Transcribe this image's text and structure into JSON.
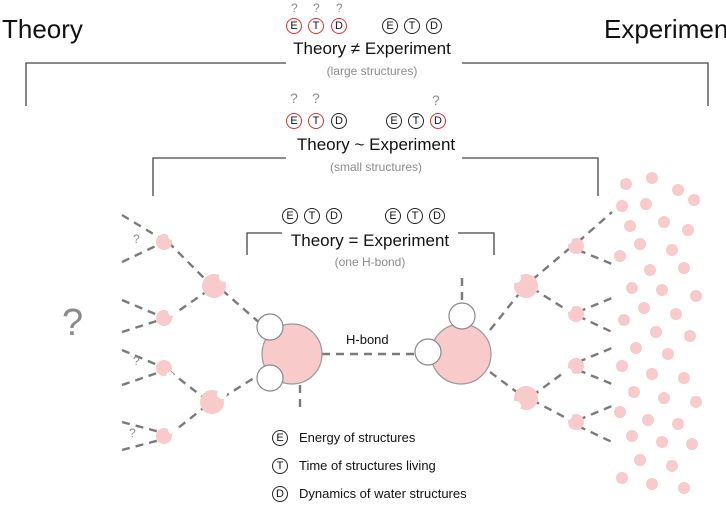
{
  "corner_labels": {
    "left": "Theory",
    "right": "Experiment"
  },
  "levels": [
    {
      "title": "Theory ≠ Experiment",
      "subtitle": "(large structures)"
    },
    {
      "title": "Theory ~ Experiment",
      "subtitle": "(small structures)"
    },
    {
      "title": "Theory = Experiment",
      "subtitle": "(one H-bond)"
    }
  ],
  "letters": {
    "E": "E",
    "T": "T",
    "D": "D"
  },
  "question_mark": "?",
  "big_question_mark": "?",
  "hbond_label": "H-bond",
  "legend": [
    {
      "symbol": "E",
      "text": "Energy of structures"
    },
    {
      "symbol": "T",
      "text": "Time of structures living"
    },
    {
      "symbol": "D",
      "text": "Dynamics of water structures"
    }
  ],
  "colors": {
    "highlight": "#e03030",
    "molecule": "#f9caca",
    "line": "#777777",
    "note": "#8a8a8a"
  }
}
